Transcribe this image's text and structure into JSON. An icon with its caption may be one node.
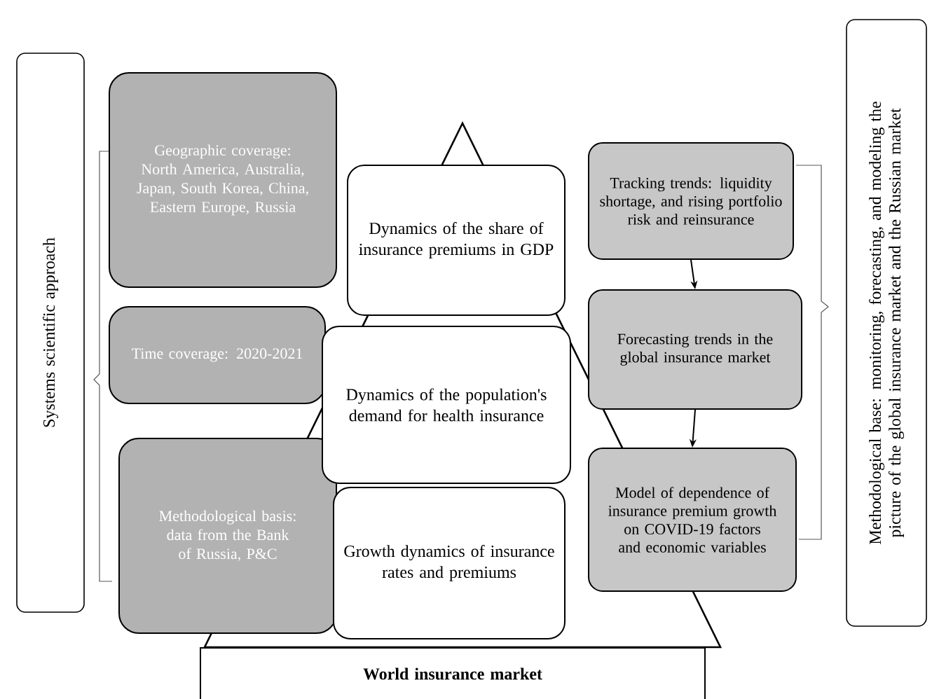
{
  "diagram": {
    "nodes": [
      {
        "text": [
          "Systems scientific approach"
        ]
      },
      {
        "text": [
          "Geographic coverage: North America, Australia, Japan, South Korea, China, Eastern Europe, Russia"
        ]
      },
      {
        "text": [
          "Time coverage: 2020-2021"
        ]
      },
      {
        "text": [
          "Methodological basis: data from the Bank of Russia, P&C"
        ]
      },
      {
        "text": [
          "Dynamics of the share of insurance premiums in GDP"
        ]
      },
      {
        "text": [
          "Dynamics of the population's demand for health insurance"
        ]
      },
      {
        "text": [
          "Growth dynamics of insurance rates and premiums"
        ]
      },
      {
        "text": [
          "World insurance market"
        ]
      },
      {
        "text": [
          "Tracking trends: liquidity shortage, and rising portfolio risk and reinsurance"
        ]
      },
      {
        "text": [
          "Forecasting trends in the global insurance market"
        ]
      },
      {
        "text": [
          "Model of dependence of insurance premium growth on COVID-19 factors and economic variables"
        ]
      },
      {
        "text": [
          "Methodological base: monitoring, forecasting, and modeling the picture of the global insurance market and the Russian market"
        ]
      }
    ],
    "edges": [
      {
        "from": 8,
        "to": 9,
        "arrow": "to"
      },
      {
        "from": 9,
        "to": 10,
        "arrow": "to"
      }
    ]
  }
}
